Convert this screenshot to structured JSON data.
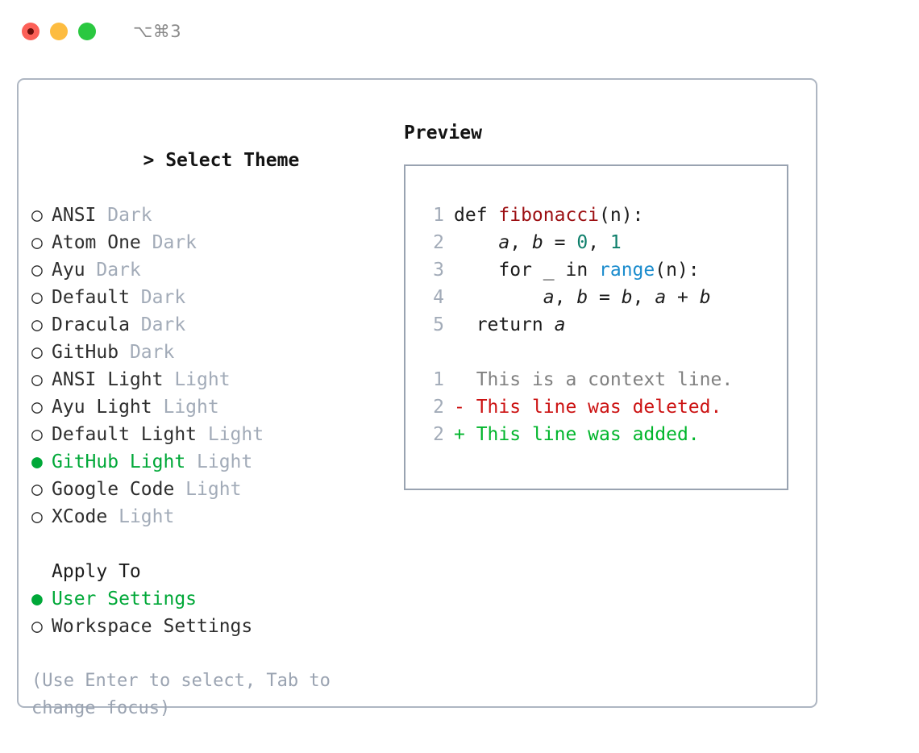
{
  "titlebar": {
    "lights": [
      "close",
      "minimize",
      "zoom"
    ],
    "shortcut": "⌥⌘3"
  },
  "theme_selector": {
    "header": "Select Theme",
    "header_marker": "> ",
    "unselected_marker": "○ ",
    "selected_marker": "● ",
    "options": [
      {
        "name": "ANSI",
        "tag": "Dark",
        "selected": false
      },
      {
        "name": "Atom One",
        "tag": "Dark",
        "selected": false
      },
      {
        "name": "Ayu",
        "tag": "Dark",
        "selected": false
      },
      {
        "name": "Default",
        "tag": "Dark",
        "selected": false
      },
      {
        "name": "Dracula",
        "tag": "Dark",
        "selected": false
      },
      {
        "name": "GitHub",
        "tag": "Dark",
        "selected": false
      },
      {
        "name": "ANSI Light",
        "tag": "Light",
        "selected": false
      },
      {
        "name": "Ayu Light",
        "tag": "Light",
        "selected": false
      },
      {
        "name": "Default Light",
        "tag": "Light",
        "selected": false
      },
      {
        "name": "GitHub Light",
        "tag": "Light",
        "selected": true
      },
      {
        "name": "Google Code",
        "tag": "Light",
        "selected": false
      },
      {
        "name": "XCode",
        "tag": "Light",
        "selected": false
      }
    ]
  },
  "apply_to": {
    "header": "Apply To",
    "options": [
      {
        "name": "User Settings",
        "selected": true
      },
      {
        "name": "Workspace Settings",
        "selected": false
      }
    ]
  },
  "hint": "(Use Enter to select, Tab to change focus)",
  "preview": {
    "title": "Preview",
    "code_lines": [
      {
        "num": "1",
        "tokens": [
          {
            "t": "def ",
            "c": "plain"
          },
          {
            "t": "fibonacci",
            "c": "fn"
          },
          {
            "t": "(n):",
            "c": "plain"
          }
        ]
      },
      {
        "num": "2",
        "tokens": [
          {
            "t": "    ",
            "c": "plain"
          },
          {
            "t": "a",
            "c": "var"
          },
          {
            "t": ", ",
            "c": "plain"
          },
          {
            "t": "b",
            "c": "var"
          },
          {
            "t": " = ",
            "c": "plain"
          },
          {
            "t": "0",
            "c": "num"
          },
          {
            "t": ", ",
            "c": "plain"
          },
          {
            "t": "1",
            "c": "num"
          }
        ]
      },
      {
        "num": "3",
        "tokens": [
          {
            "t": "    for _ in ",
            "c": "plain"
          },
          {
            "t": "range",
            "c": "builtin"
          },
          {
            "t": "(n):",
            "c": "plain"
          }
        ]
      },
      {
        "num": "4",
        "tokens": [
          {
            "t": "        ",
            "c": "plain"
          },
          {
            "t": "a",
            "c": "var"
          },
          {
            "t": ", ",
            "c": "plain"
          },
          {
            "t": "b",
            "c": "var"
          },
          {
            "t": " = ",
            "c": "plain"
          },
          {
            "t": "b",
            "c": "var"
          },
          {
            "t": ", ",
            "c": "plain"
          },
          {
            "t": "a",
            "c": "var"
          },
          {
            "t": " + ",
            "c": "plain"
          },
          {
            "t": "b",
            "c": "var"
          }
        ]
      },
      {
        "num": "5",
        "tokens": [
          {
            "t": "  return ",
            "c": "plain"
          },
          {
            "t": "a",
            "c": "var"
          }
        ]
      }
    ],
    "diff_lines": [
      {
        "num": "1",
        "sign": "  ",
        "text": "This is a context line.",
        "kind": "ctx"
      },
      {
        "num": "2",
        "sign": "- ",
        "text": "This line was deleted.",
        "kind": "del"
      },
      {
        "num": "2",
        "sign": "+ ",
        "text": "This line was added.",
        "kind": "add"
      }
    ]
  },
  "colors": {
    "accent_green": "#00a838",
    "diff_add": "#00b52b",
    "diff_del": "#cc1212",
    "diff_ctx": "#808080",
    "fn_red": "#9c0f12",
    "num_teal": "#0e7f6b",
    "builtin_blue": "#1b8ccd",
    "muted": "#a2abb8",
    "border": "#aeb6c2"
  }
}
